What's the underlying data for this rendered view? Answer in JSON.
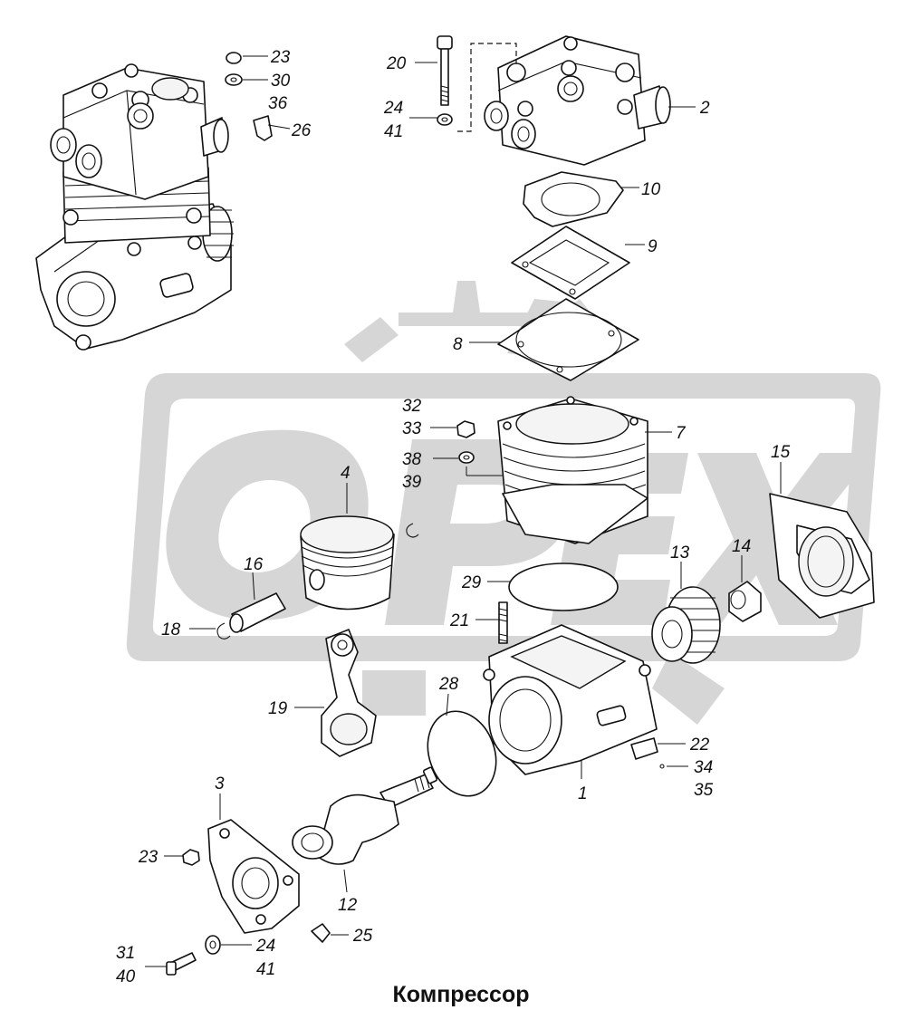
{
  "diagram": {
    "caption": "Компрессор",
    "watermark_text": "ОРЕХ",
    "callouts": {
      "c1": "1",
      "c2": "2",
      "c3": "3",
      "c4": "4",
      "c7": "7",
      "c8": "8",
      "c9": "9",
      "c10": "10",
      "c12": "12",
      "c13": "13",
      "c14": "14",
      "c15": "15",
      "c16": "16",
      "c18": "18",
      "c19": "19",
      "c20": "20",
      "c21": "21",
      "c22": "22",
      "c23a": "23",
      "c23b": "23",
      "c24a": "24",
      "c24b": "24",
      "c25": "25",
      "c26": "26",
      "c28": "28",
      "c29": "29",
      "c30": "30",
      "c31": "31",
      "c32": "32",
      "c33": "33",
      "c34": "34",
      "c35": "35",
      "c36": "36",
      "c38": "38",
      "c39": "39",
      "c40": "40",
      "c41a": "41",
      "c41b": "41"
    }
  }
}
